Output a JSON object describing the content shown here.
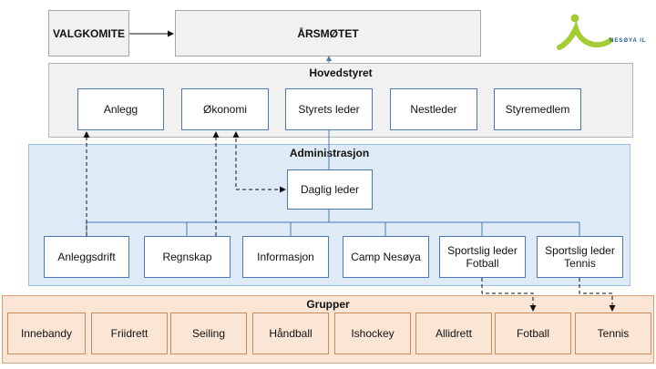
{
  "top": {
    "valgkomite": "VALGKOMITE",
    "arsmotet": "ÅRSMØTET"
  },
  "logo": {
    "text": "NESØYA IL"
  },
  "hovedstyret": {
    "title": "Hovedstyret",
    "items": [
      "Anlegg",
      "Økonomi",
      "Styrets leder",
      "Nestleder",
      "Styremedlem"
    ]
  },
  "administrasjon": {
    "title": "Administrasjon",
    "daglig_leder": "Daglig leder",
    "items": [
      "Anleggsdrift",
      "Regnskap",
      "Informasjon",
      "Camp Nesøya",
      "Sportslig leder Fotball",
      "Sportslig leder Tennis"
    ]
  },
  "grupper": {
    "title": "Grupper",
    "items": [
      "Innebandy",
      "Friidrett",
      "Seiling",
      "Håndball",
      "Ishockey",
      "Allidrett",
      "Fotball",
      "Tennis"
    ]
  },
  "colors": {
    "admin_bg": "#deebf7",
    "groups_bg": "#fbe6d6",
    "styre_bg": "#f1f1f1",
    "logo_green": "#a6cc34",
    "logo_blue": "#1d5c95"
  }
}
